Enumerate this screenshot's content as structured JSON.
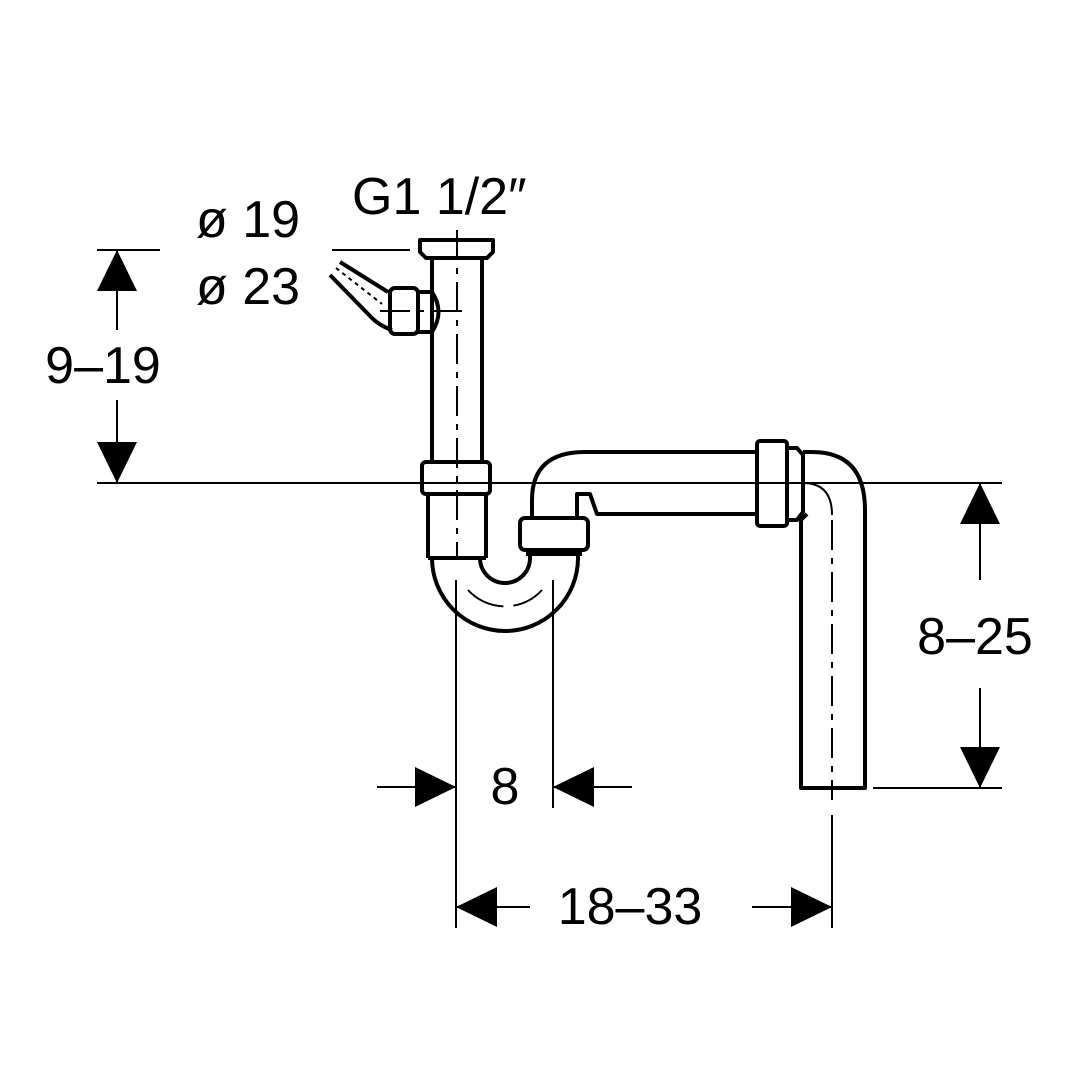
{
  "title": "Siphon dimension drawing",
  "labels": {
    "inlet_diameter_small": "ø  19",
    "inlet_diameter_large": "ø  23",
    "thread": "G1 1/2″",
    "inlet_height": "9–19",
    "outlet_height": "8–25",
    "trap_width": "8",
    "outlet_distance": "18–33"
  },
  "colors": {
    "line": "#000000",
    "background": "#ffffff"
  }
}
